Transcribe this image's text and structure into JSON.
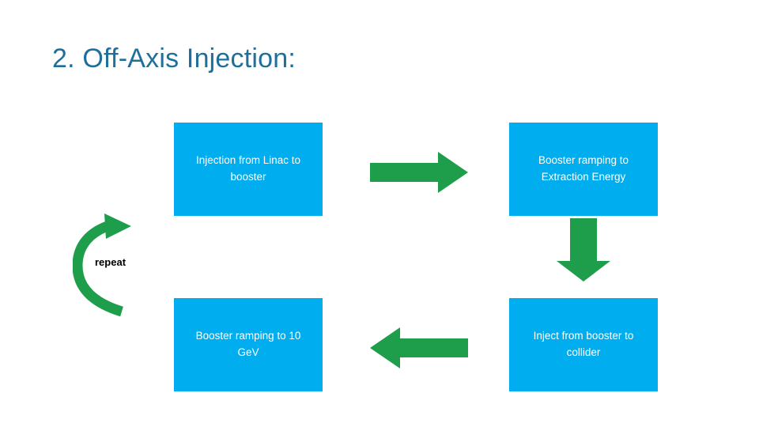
{
  "slide": {
    "title": "2. Off-Axis Injection:",
    "title_color": "#1f6f9b",
    "background": "#ffffff"
  },
  "colors": {
    "box_fill": "#00AEEF",
    "box_text": "#ffffff",
    "arrow": "#1E9E4A"
  },
  "boxes": [
    {
      "id": "injection-from-linac",
      "label": "Injection from Linac to booster"
    },
    {
      "id": "booster-ramping-extraction",
      "label": "Booster ramping to Extraction Energy"
    },
    {
      "id": "booster-ramping-10gev",
      "label": "Booster ramping to 10 GeV"
    },
    {
      "id": "inject-booster-collider",
      "label": "Inject from booster to collider"
    }
  ],
  "arrows": [
    {
      "id": "arrow-right",
      "direction": "right"
    },
    {
      "id": "arrow-down",
      "direction": "down"
    },
    {
      "id": "arrow-left",
      "direction": "left"
    },
    {
      "id": "arrow-repeat",
      "direction": "curved-up"
    }
  ],
  "labels": {
    "repeat": "repeat"
  }
}
